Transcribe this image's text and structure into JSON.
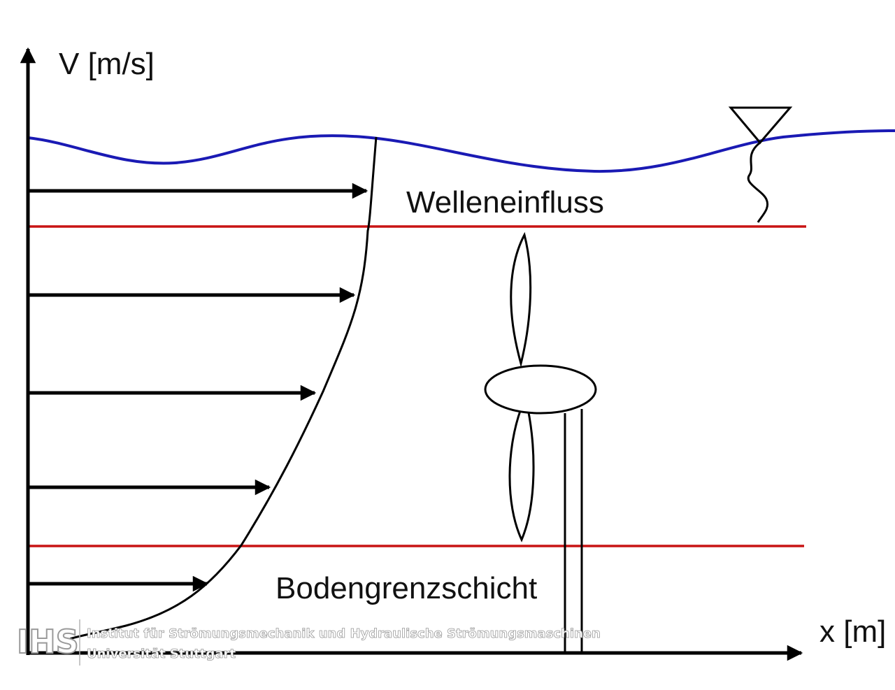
{
  "labels": {
    "y_axis": "V [m/s]",
    "x_axis": "x [m]",
    "wave_zone": "Welleneinfluss",
    "boundary_zone": "Bodengrenzschicht"
  },
  "watermark": {
    "logo": "IHS",
    "line1": "Institut für Strömungsmechanik und Hydraulische Strömungsmaschinen",
    "line2": "Universität Stuttgart"
  },
  "colors": {
    "axes": "#000000",
    "profile": "#000000",
    "water_surface": "#1a1ab4",
    "zone_lines": "#c81414",
    "watermark": "#b4b4b4"
  },
  "icons": [
    "water-level-triangle-icon",
    "wind-turbine-icon"
  ]
}
